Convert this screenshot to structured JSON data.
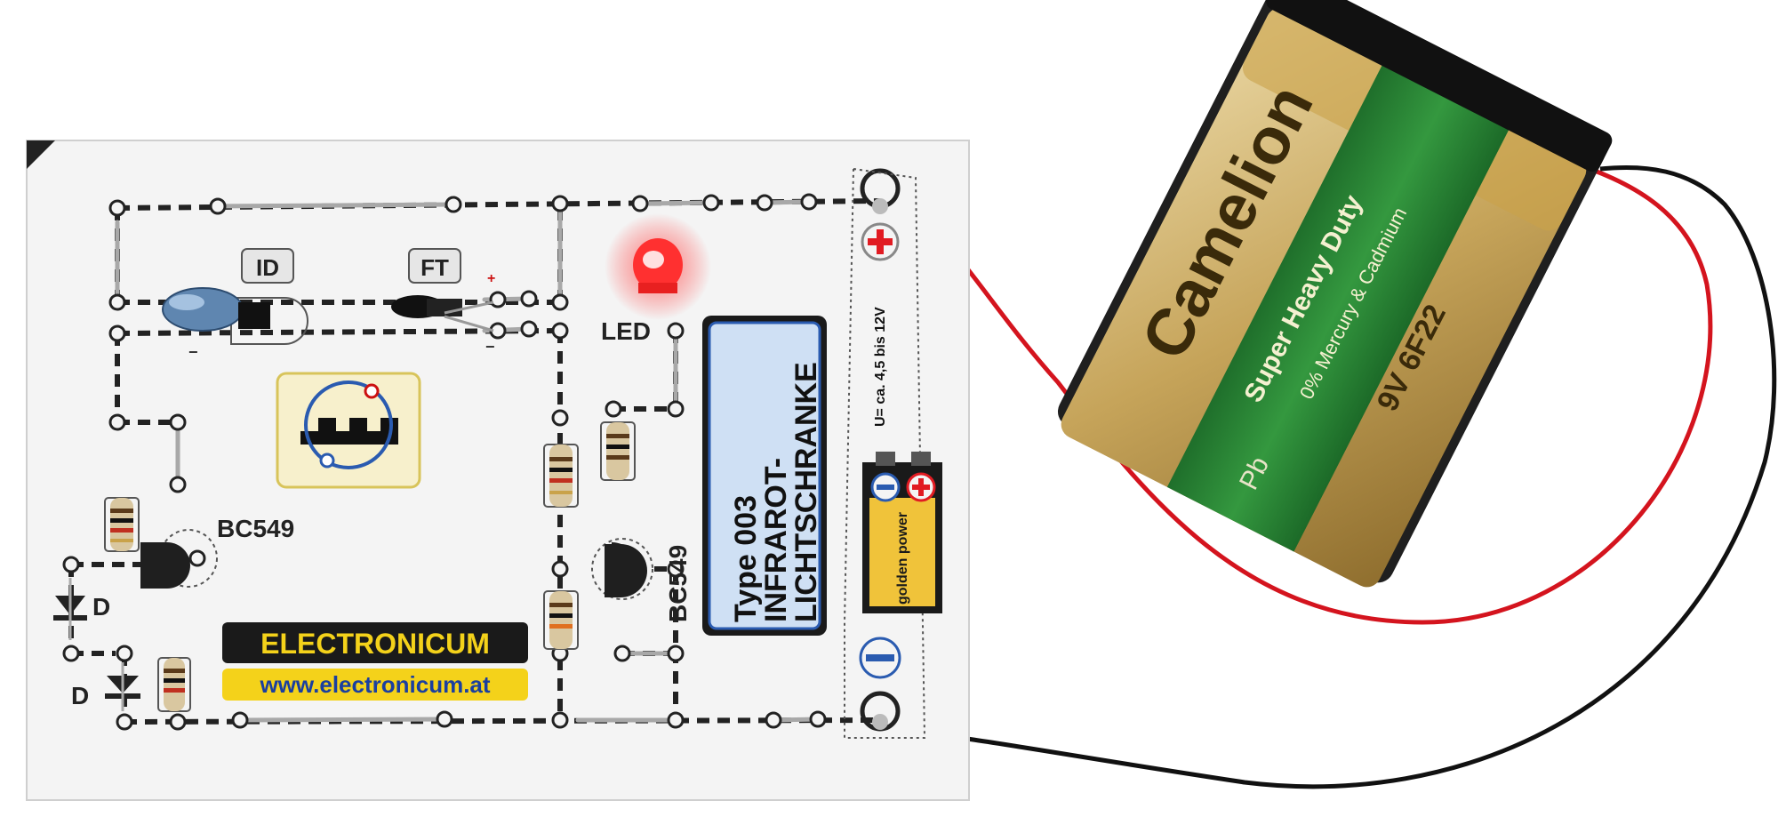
{
  "board": {
    "component_labels": {
      "id": "ID",
      "ft": "FT",
      "led": "LED",
      "transistor_1": "BC549",
      "transistor_2": "BC549",
      "diode_1": "D",
      "diode_2": "D"
    },
    "polarity": {
      "plus": "+",
      "minus": "−"
    },
    "title_box": {
      "line_1": "Type  003",
      "line_2": "INFRAROT-",
      "line_3": "LICHTSCHRANKE"
    },
    "voltage_note": "U= ca. 4,5 bis 12V",
    "brand_banner": "ELECTRONICUM",
    "website": "www.electronicum.at",
    "small_battery_brand": "golden power"
  },
  "battery": {
    "brand": "Camelion",
    "line": "Super Heavy Duty",
    "note": "0% Mercury & Cadmium",
    "model": "9V 6F22",
    "pb_mark": "Pb"
  },
  "colors": {
    "board_bg": "#f4f4f4",
    "wire_red": "#d4141e",
    "wire_black": "#111111",
    "led_red": "#ff2a2a",
    "banner_bg": "#1a1a1a",
    "banner_text": "#f4d21a",
    "website_bg": "#f4d21a",
    "website_text": "#1a3fa0",
    "battery_green": "#2e8a3a",
    "battery_gold": "#c9a24a",
    "title_border": "#2a5bb0"
  }
}
